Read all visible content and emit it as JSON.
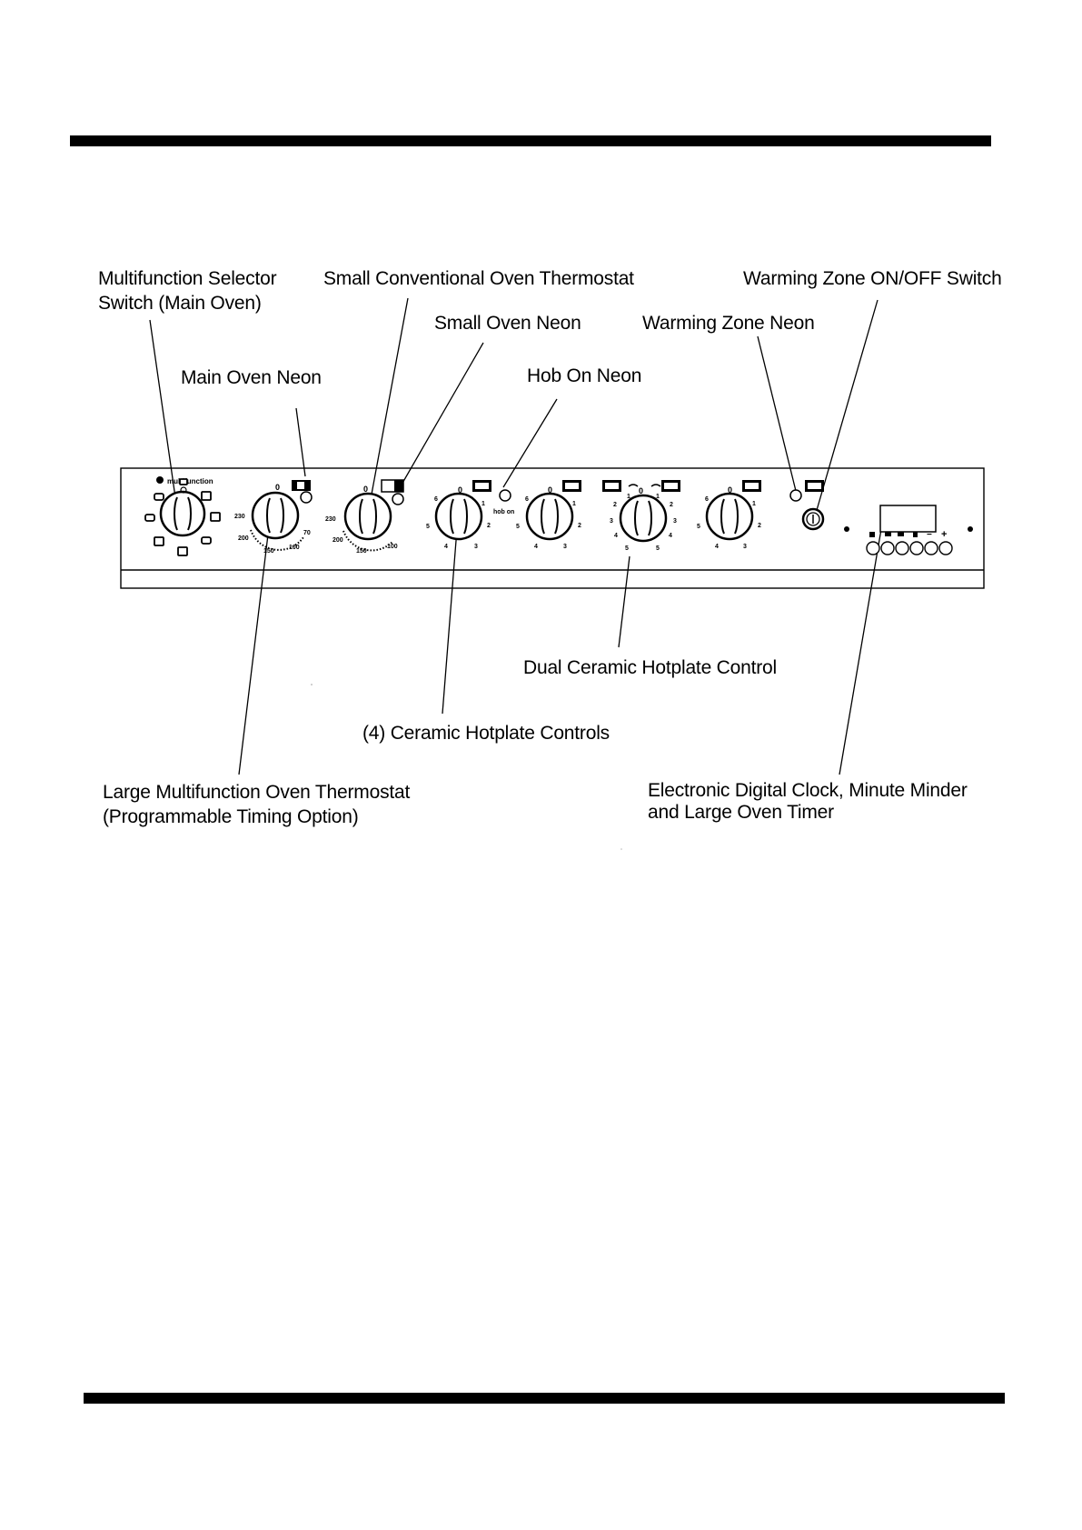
{
  "labels": {
    "multifunction_selector": [
      "Multifunction Selector",
      "Switch (Main Oven)"
    ],
    "small_thermostat": "Small Conventional Oven Thermostat",
    "warming_switch": "Warming Zone ON/OFF Switch",
    "small_oven_neon": "Small Oven Neon",
    "warming_neon": "Warming Zone Neon",
    "main_oven_neon": "Main Oven Neon",
    "hob_on_neon": "Hob On Neon",
    "dual_hotplate": "Dual Ceramic Hotplate Control",
    "ceramic_controls": "(4) Ceramic Hotplate Controls",
    "large_thermostat": [
      "Large Multifunction Oven Thermostat",
      "(Programmable Timing Option)"
    ],
    "digital_clock": [
      "Electronic Digital Clock, Minute Minder",
      "and Large Oven Timer"
    ]
  },
  "panel": {
    "multifunction_text": "multifunction",
    "hob_on_text": "hob on",
    "dial_off_mark": "0",
    "large_thermostat_scale": [
      "230",
      "200",
      "150",
      "100",
      "70"
    ],
    "small_thermostat_scale": [
      "230",
      "200",
      "150",
      "100"
    ],
    "hotplate_scale": [
      "1",
      "2",
      "3",
      "4",
      "5",
      "6"
    ],
    "dual_scale": [
      "1",
      "2",
      "3",
      "4",
      "5"
    ],
    "clock_buttons": [
      "−",
      "+"
    ]
  }
}
